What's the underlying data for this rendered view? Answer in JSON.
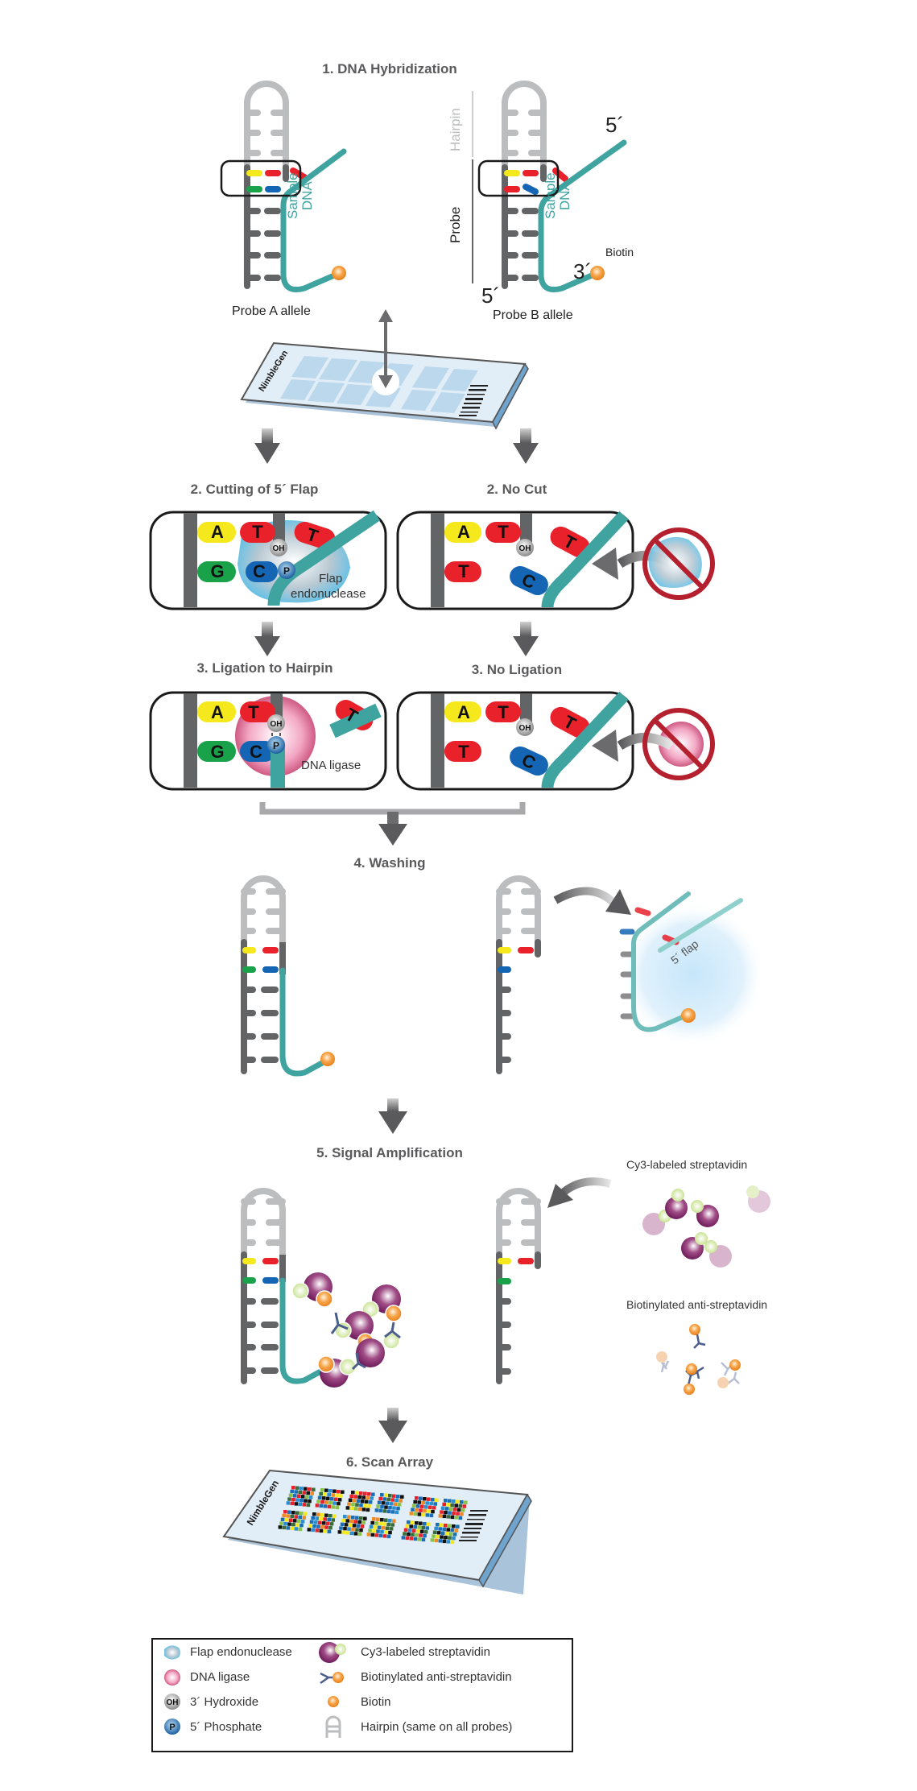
{
  "diagram": {
    "steps": [
      {
        "id": "1",
        "title": "1. DNA Hybridization"
      },
      {
        "id": "2a",
        "title": "2. Cutting of 5´ Flap"
      },
      {
        "id": "2b",
        "title": "2. No Cut"
      },
      {
        "id": "3a",
        "title": "3. Ligation to Hairpin"
      },
      {
        "id": "3b",
        "title": "3. No Ligation"
      },
      {
        "id": "4",
        "title": "4. Washing"
      },
      {
        "id": "5",
        "title": "5. Signal Amplification"
      },
      {
        "id": "6",
        "title": "6. Scan Array"
      }
    ],
    "labels": {
      "probe_a": "Probe A allele",
      "probe_b": "Probe B allele",
      "sample_dna_1": "Sample",
      "sample_dna_2": "DNA",
      "hairpin": "Hairpin",
      "probe": "Probe",
      "five_prime_top": "5´",
      "five_prime_bottom": "5´",
      "three_prime": "3´",
      "biotin": "Biotin",
      "flap_endonuclease_1": "Flap",
      "flap_endonuclease_2": "endonuclease",
      "dna_ligase": "DNA ligase",
      "five_flap": "5´ flap",
      "cy3_streptavidin": "Cy3-labeled streptavidin",
      "biotinylated_anti": "Biotinylated anti-streptavidin",
      "oh": "OH",
      "p": "P",
      "brand": "NimbleGen"
    },
    "bases": {
      "cut_box": {
        "probe": [
          "A",
          "G"
        ],
        "hairpin": [
          "T",
          "C"
        ],
        "flap": "T"
      },
      "nocut_box": {
        "probe": [
          "A",
          "T"
        ],
        "hairpin": [
          "T",
          "C"
        ],
        "flap": "T"
      },
      "lig_box": {
        "probe": [
          "A",
          "G"
        ],
        "hairpin": [
          "T",
          "C"
        ],
        "flap": "T"
      },
      "nolig_box": {
        "probe": [
          "A",
          "T"
        ],
        "hairpin": [
          "T",
          "C"
        ],
        "flap": "T"
      }
    },
    "colors": {
      "A": "#f5e81c",
      "T": "#e8212b",
      "G": "#1aa24a",
      "C": "#1565b5",
      "strand": "#636466",
      "hairpin": "#bcbdbf",
      "sample": "#3fa3a0",
      "biotin": "#f0962a",
      "prohibit": "#b5202e"
    }
  },
  "legend": {
    "items": [
      {
        "icon": "flap-endonuclease-icon",
        "label": "Flap endonuclease"
      },
      {
        "icon": "dna-ligase-icon",
        "label": "DNA ligase"
      },
      {
        "icon": "hydroxide-icon",
        "label": "3´ Hydroxide"
      },
      {
        "icon": "phosphate-icon",
        "label": "5´ Phosphate"
      },
      {
        "icon": "cy3-streptavidin-icon",
        "label": "Cy3-labeled streptavidin"
      },
      {
        "icon": "antibody-icon",
        "label": "Biotinylated anti-streptavidin"
      },
      {
        "icon": "biotin-icon",
        "label": "Biotin"
      },
      {
        "icon": "hairpin-icon",
        "label": "Hairpin (same on all probes)"
      }
    ]
  }
}
